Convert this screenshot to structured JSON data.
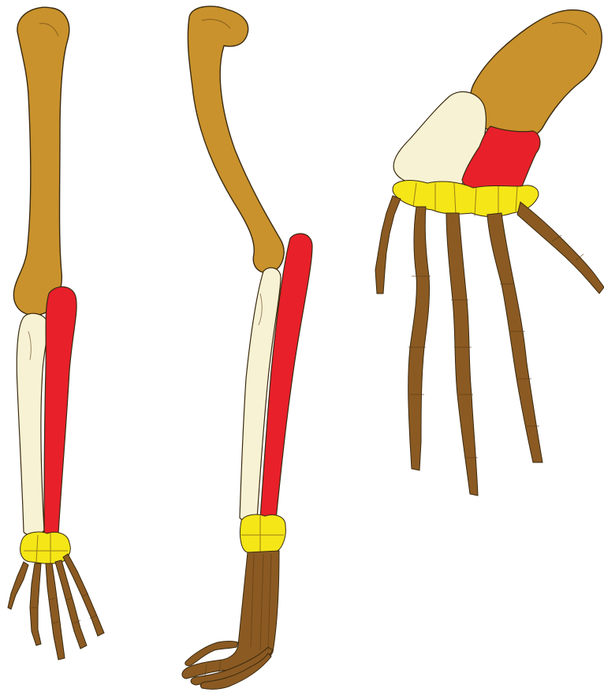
{
  "figure": {
    "description_shown_text": [],
    "colors": {
      "humerus": "#C9922C",
      "ulna": "#F8F2D4",
      "radius": "#E8202A",
      "carpals": "#F5E617",
      "hand": "#8B5A22",
      "outline": "#3a2a10",
      "background": "#FFFFFF"
    },
    "limbs": [
      {
        "id": "limb-1",
        "parts": [
          "humerus",
          "ulna",
          "radius",
          "carpals",
          "hand"
        ]
      },
      {
        "id": "limb-2",
        "parts": [
          "humerus",
          "ulna",
          "radius",
          "carpals",
          "hand"
        ]
      },
      {
        "id": "limb-3",
        "parts": [
          "humerus",
          "ulna",
          "radius",
          "carpals",
          "hand"
        ]
      }
    ]
  }
}
